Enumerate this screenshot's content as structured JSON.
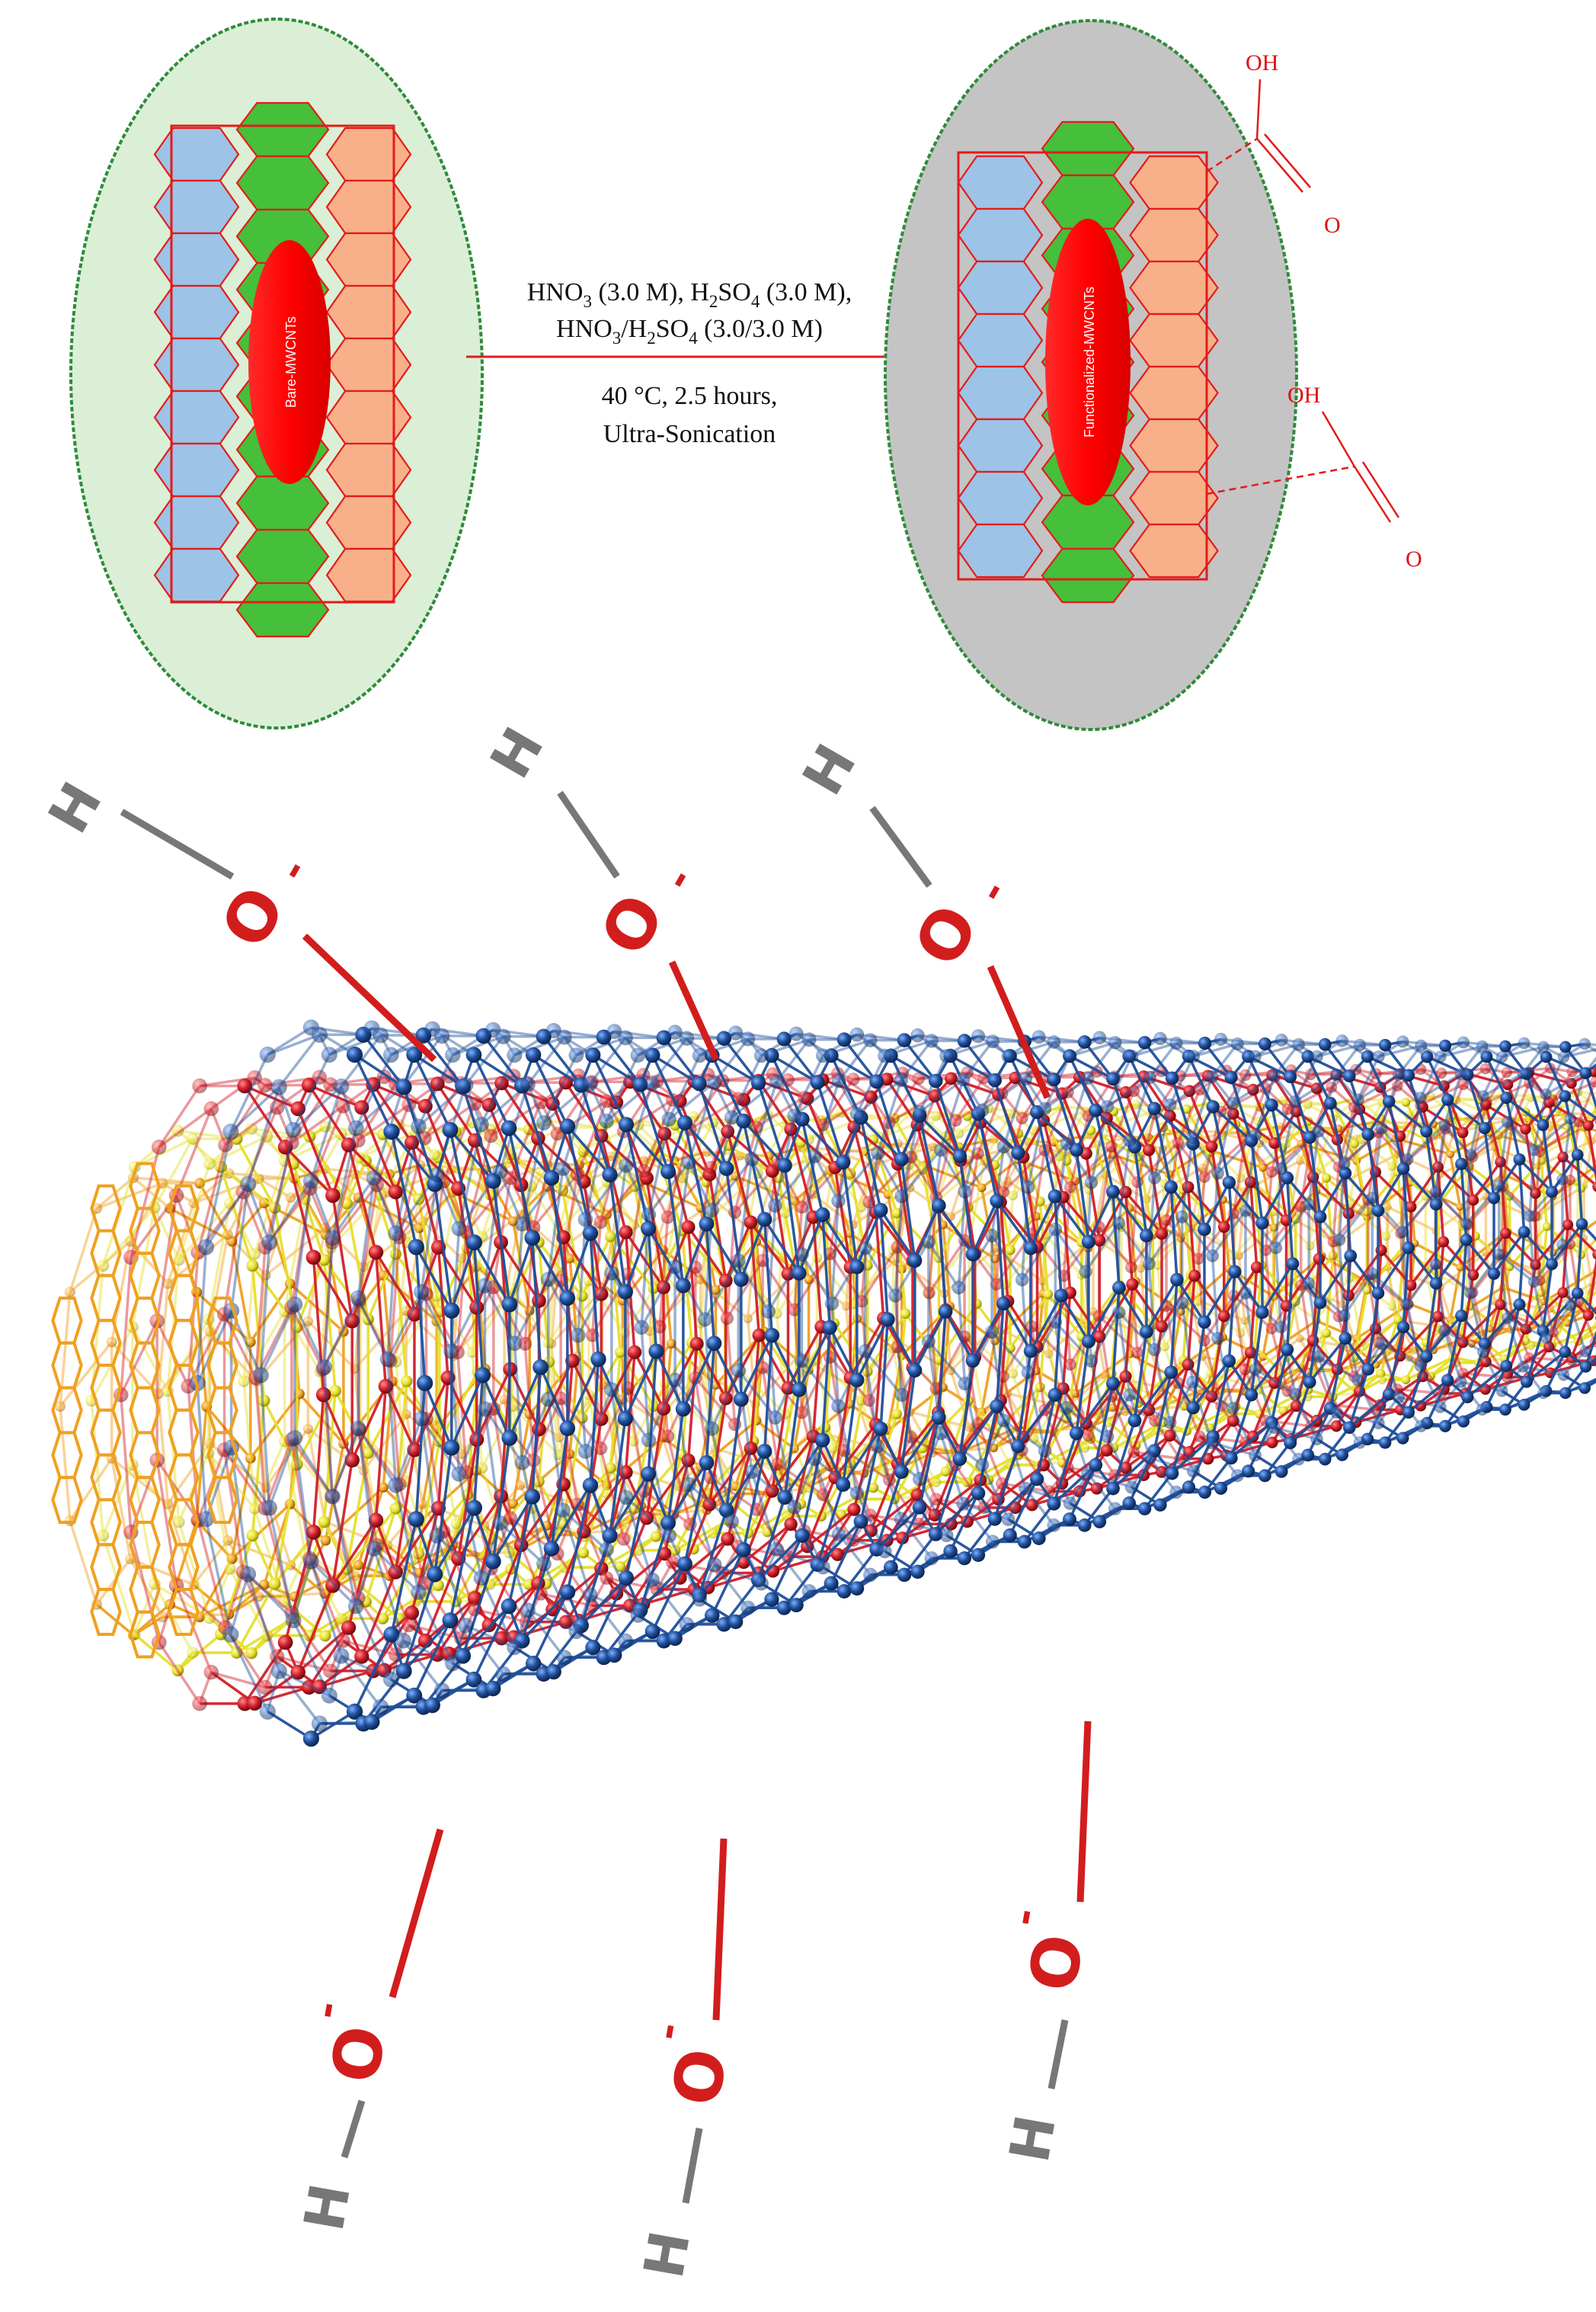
{
  "figure": {
    "reaction": {
      "reagents_line1_parts": [
        "HNO",
        "3",
        " (3.0 M), H",
        "2",
        "SO",
        "4",
        " (3.0 M),"
      ],
      "reagents_line2_parts": [
        "HNO",
        "3",
        "/H",
        "2",
        "SO",
        "4",
        " (3.0/3.0 M)"
      ],
      "conditions_line1": "40 °C, 2.5 hours,",
      "conditions_line2": "Ultra-Sonication"
    },
    "left_tube": {
      "core_label": "Bare-MWCNTs"
    },
    "right_tube": {
      "core_label": "Functionalized-MWCNTs",
      "groups": [
        {
          "oh": "OH",
          "o": "O"
        },
        {
          "oh": "OH",
          "o": "O"
        }
      ]
    },
    "hydroxyl_labels": {
      "hydrogen": "H",
      "oxygen": "O",
      "charge": "-"
    },
    "colors": {
      "blue_hex": "#9dc3e6",
      "green_hex": "#46bf3a",
      "orange_hex": "#f7b08a",
      "outline_red": "#e31b1b",
      "ellipse_left": "#dbefd6",
      "ellipse_right": "#c4c4c4",
      "ellipse_border": "#2e8b3a",
      "tube_blue": "#1f4f9a",
      "tube_red": "#d11f2a",
      "tube_yellow": "#e6e02a",
      "tube_orange": "#f0a020"
    }
  }
}
